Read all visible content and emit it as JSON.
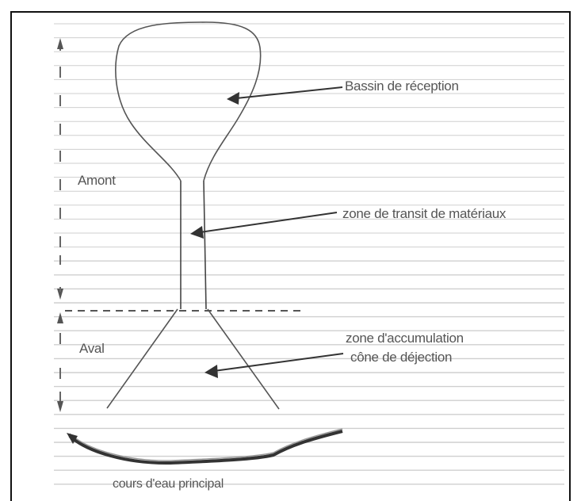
{
  "diagram": {
    "labels": {
      "basin": "Bassin de réception",
      "transit": "zone de transit de matériaux",
      "accumulation_line1": "zone d'accumulation",
      "accumulation_line2": "cône de déjection",
      "upstream": "Amont",
      "downstream": "Aval",
      "main_stream": "cours d'eau principal"
    },
    "colors": {
      "line": "#444444",
      "ruled_line": "#cfcfcf",
      "text": "#555555",
      "frame": "#111111"
    }
  }
}
